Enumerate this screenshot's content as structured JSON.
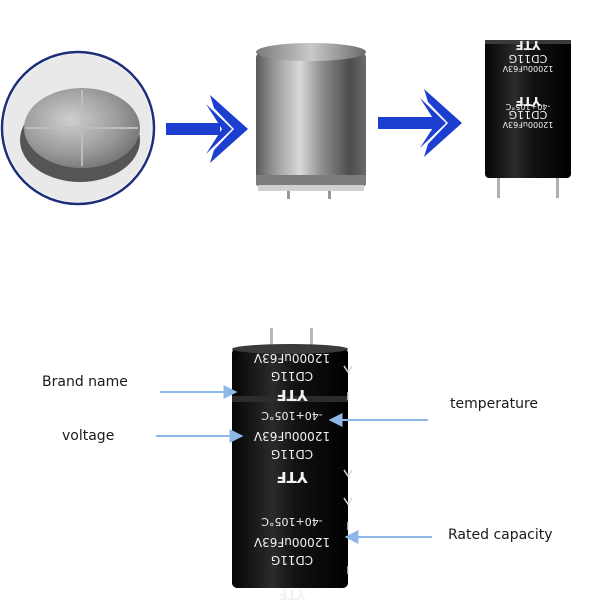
{
  "capacitor": {
    "brand": "YTF",
    "series": "CD11G",
    "rating": "12000uF63V",
    "temperature": "-40+105°C"
  },
  "callouts": {
    "brand_name": "Brand name",
    "voltage": "voltage",
    "temperature": "temperature",
    "rated_capacity": "Rated capacity"
  },
  "colors": {
    "arrow_blue": "#1d3fd0",
    "callout_blue": "#8fb7e8",
    "sleeve": "#101010",
    "can_silver": "#8c8c8c"
  }
}
